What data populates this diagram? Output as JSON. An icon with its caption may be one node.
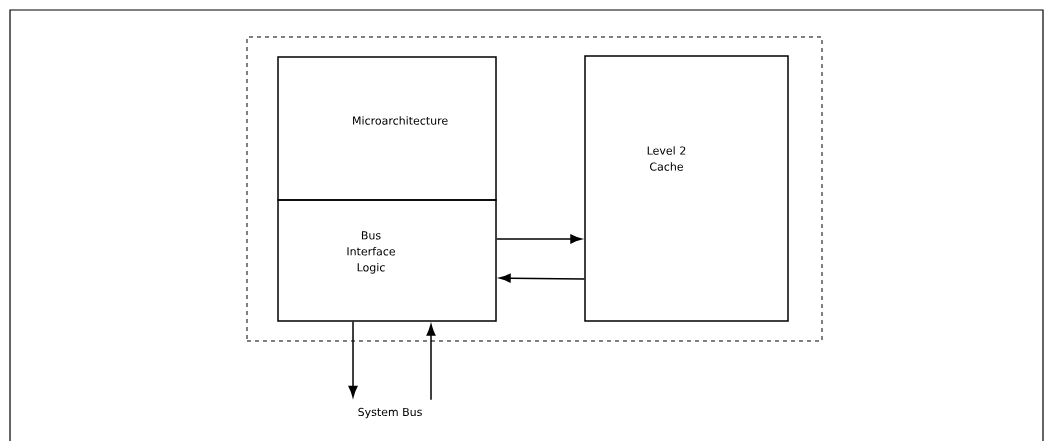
{
  "diagram": {
    "nodes": [
      {
        "text": [],
        "shape": "box"
      },
      {
        "text": [
          "Microarchitecture"
        ],
        "in": 0
      },
      {
        "text": [
          "Bus Interface Logic"
        ],
        "in": 0
      },
      {
        "text": [
          "Level 2 Cache"
        ],
        "in": 0
      },
      {
        "text": [
          "System Bus"
        ]
      }
    ],
    "edges": [
      {
        "from": 2,
        "to": 3,
        "arrow": "to"
      },
      {
        "from": 3,
        "to": 2,
        "arrow": "to"
      },
      {
        "from": 2,
        "to": 4,
        "arrow": "to"
      },
      {
        "from": 4,
        "to": 2,
        "arrow": "to"
      }
    ]
  }
}
